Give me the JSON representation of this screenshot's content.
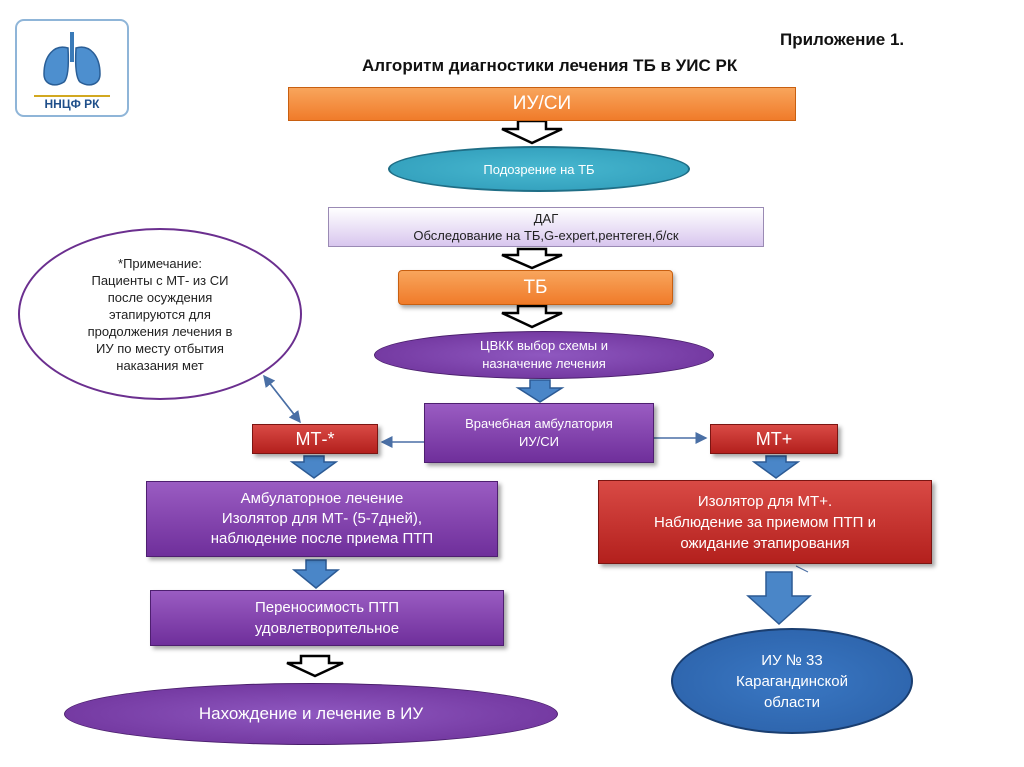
{
  "header": {
    "appendix": "Приложение 1.",
    "title": "Алгоритм  диагностики лечения ТБ в УИС РК"
  },
  "logo": {
    "text": "ННЦФ РК",
    "icon": "lungs-logo-icon"
  },
  "nodes": {
    "iusi": "ИУ/СИ",
    "suspect": "Подозрение на ТБ",
    "dag": "ДАГ\nОбследование на ТБ,G-expert,рентеген,б/ск",
    "tb": "ТБ",
    "cvkk": "ЦВКК выбор схемы и\nназначение лечения",
    "ambulatory": "Врачебная амбулатория\nИУ/СИ",
    "mt_minus": "МТ-*",
    "mt_plus": "МТ+",
    "outpatient": "Амбулаторное лечение\nИзолятор для МТ- (5-7дней),\nнаблюдение после приема ПТП",
    "isolator": "Изолятор для МТ+.\nНаблюдение за приемом ПТП и\nожидание этапирования",
    "tolerance": "Переносимость  ПТП\nудовлетворительное",
    "iu33": "ИУ № 33\nКарагандинской\nобласти",
    "final": "Нахождение  и лечение в ИУ"
  },
  "note": "*Примечание:\nПациенты с МТ- из СИ\nпосле осуждения\nэтапируются для\nпродолжения лечения в\nИУ по месту отбытия\nнаказания мет",
  "colors": {
    "orange": "#f28c3c",
    "teal": "#35a7c2",
    "purple": "#7a3aa6",
    "red": "#c0302c",
    "blue": "#2f68b0"
  }
}
